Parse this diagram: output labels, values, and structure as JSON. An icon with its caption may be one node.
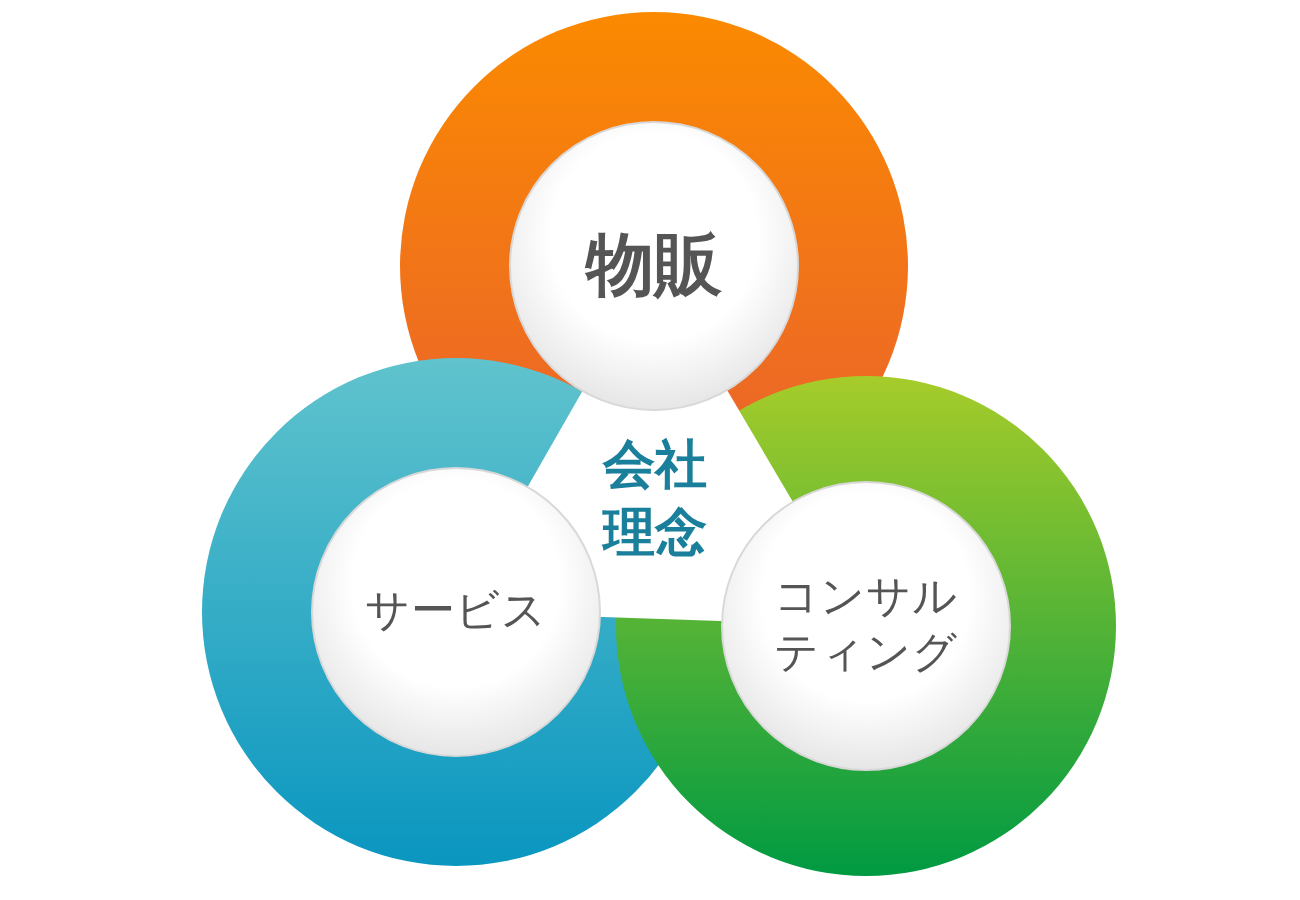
{
  "diagram": {
    "nodes": [
      {
        "text": [
          "物販"
        ]
      },
      {
        "text": [
          "会社理念"
        ]
      },
      {
        "text": [
          "サービス"
        ]
      },
      {
        "text": [
          "コンサルティング"
        ]
      }
    ]
  }
}
